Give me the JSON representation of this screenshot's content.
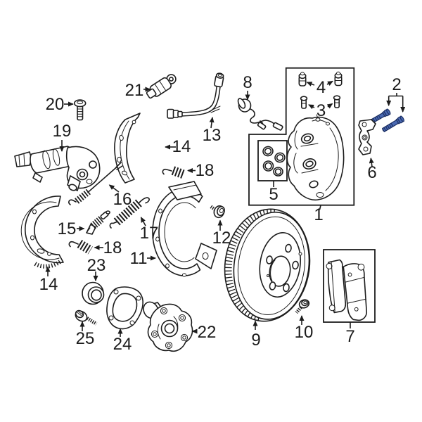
{
  "diagram": {
    "kind": "exploded-parts-diagram",
    "subject": "rear-disc-brake-and-parking-brake-components",
    "background": "#ffffff"
  },
  "colors": {
    "background": "#ffffff",
    "line": "#1c1c1c",
    "label_text": "#1b1b1b",
    "highlighted_part_fill": "#4a69b2",
    "highlighted_part_outline": "#1c2f63"
  },
  "callouts": {
    "c1": "1",
    "c2": "2",
    "c3": "3",
    "c4": "4",
    "c5": "5",
    "c6": "6",
    "c7": "7",
    "c8": "8",
    "c9": "9",
    "c10": "10",
    "c11": "11",
    "c12": "12",
    "c13": "13",
    "c14_left": "14",
    "c14_right": "14",
    "c15": "15",
    "c16": "16",
    "c17": "17",
    "c18_left": "18",
    "c18_right": "18",
    "c19": "19",
    "c20": "20",
    "c21": "21",
    "c22": "22",
    "c23": "23",
    "c24": "24",
    "c25": "25"
  },
  "legend": [
    {
      "callout": "1",
      "part": "disc-brake-caliper"
    },
    {
      "callout": "2",
      "part": "caliper-mounting-bolts-highlighted"
    },
    {
      "callout": "3",
      "part": "caliper-guide-pins"
    },
    {
      "callout": "4",
      "part": "guide-pin-caps"
    },
    {
      "callout": "5",
      "part": "caliper-seal-kit"
    },
    {
      "callout": "6",
      "part": "mounting-bracket"
    },
    {
      "callout": "7",
      "part": "brake-pad-set"
    },
    {
      "callout": "8",
      "part": "pad-wear-sensor"
    },
    {
      "callout": "9",
      "part": "brake-rotor"
    },
    {
      "callout": "10",
      "part": "rotor-set-screw"
    },
    {
      "callout": "11",
      "part": "splash-shield"
    },
    {
      "callout": "12",
      "part": "shield-bolt"
    },
    {
      "callout": "13",
      "part": "brake-hose"
    },
    {
      "callout": "14",
      "part": "parking-brake-shoe"
    },
    {
      "callout": "15",
      "part": "shoe-adjuster"
    },
    {
      "callout": "16",
      "part": "adjuster-spring"
    },
    {
      "callout": "17",
      "part": "return-spring"
    },
    {
      "callout": "18",
      "part": "hold-down-spring"
    },
    {
      "callout": "19",
      "part": "parking-brake-actuator"
    },
    {
      "callout": "20",
      "part": "actuator-bolt"
    },
    {
      "callout": "21",
      "part": "abs-speed-sensor"
    },
    {
      "callout": "22",
      "part": "wheel-hub"
    },
    {
      "callout": "23",
      "part": "bearing-ring"
    },
    {
      "callout": "24",
      "part": "hub-retainer-plate"
    },
    {
      "callout": "25",
      "part": "hub-bolt"
    }
  ]
}
